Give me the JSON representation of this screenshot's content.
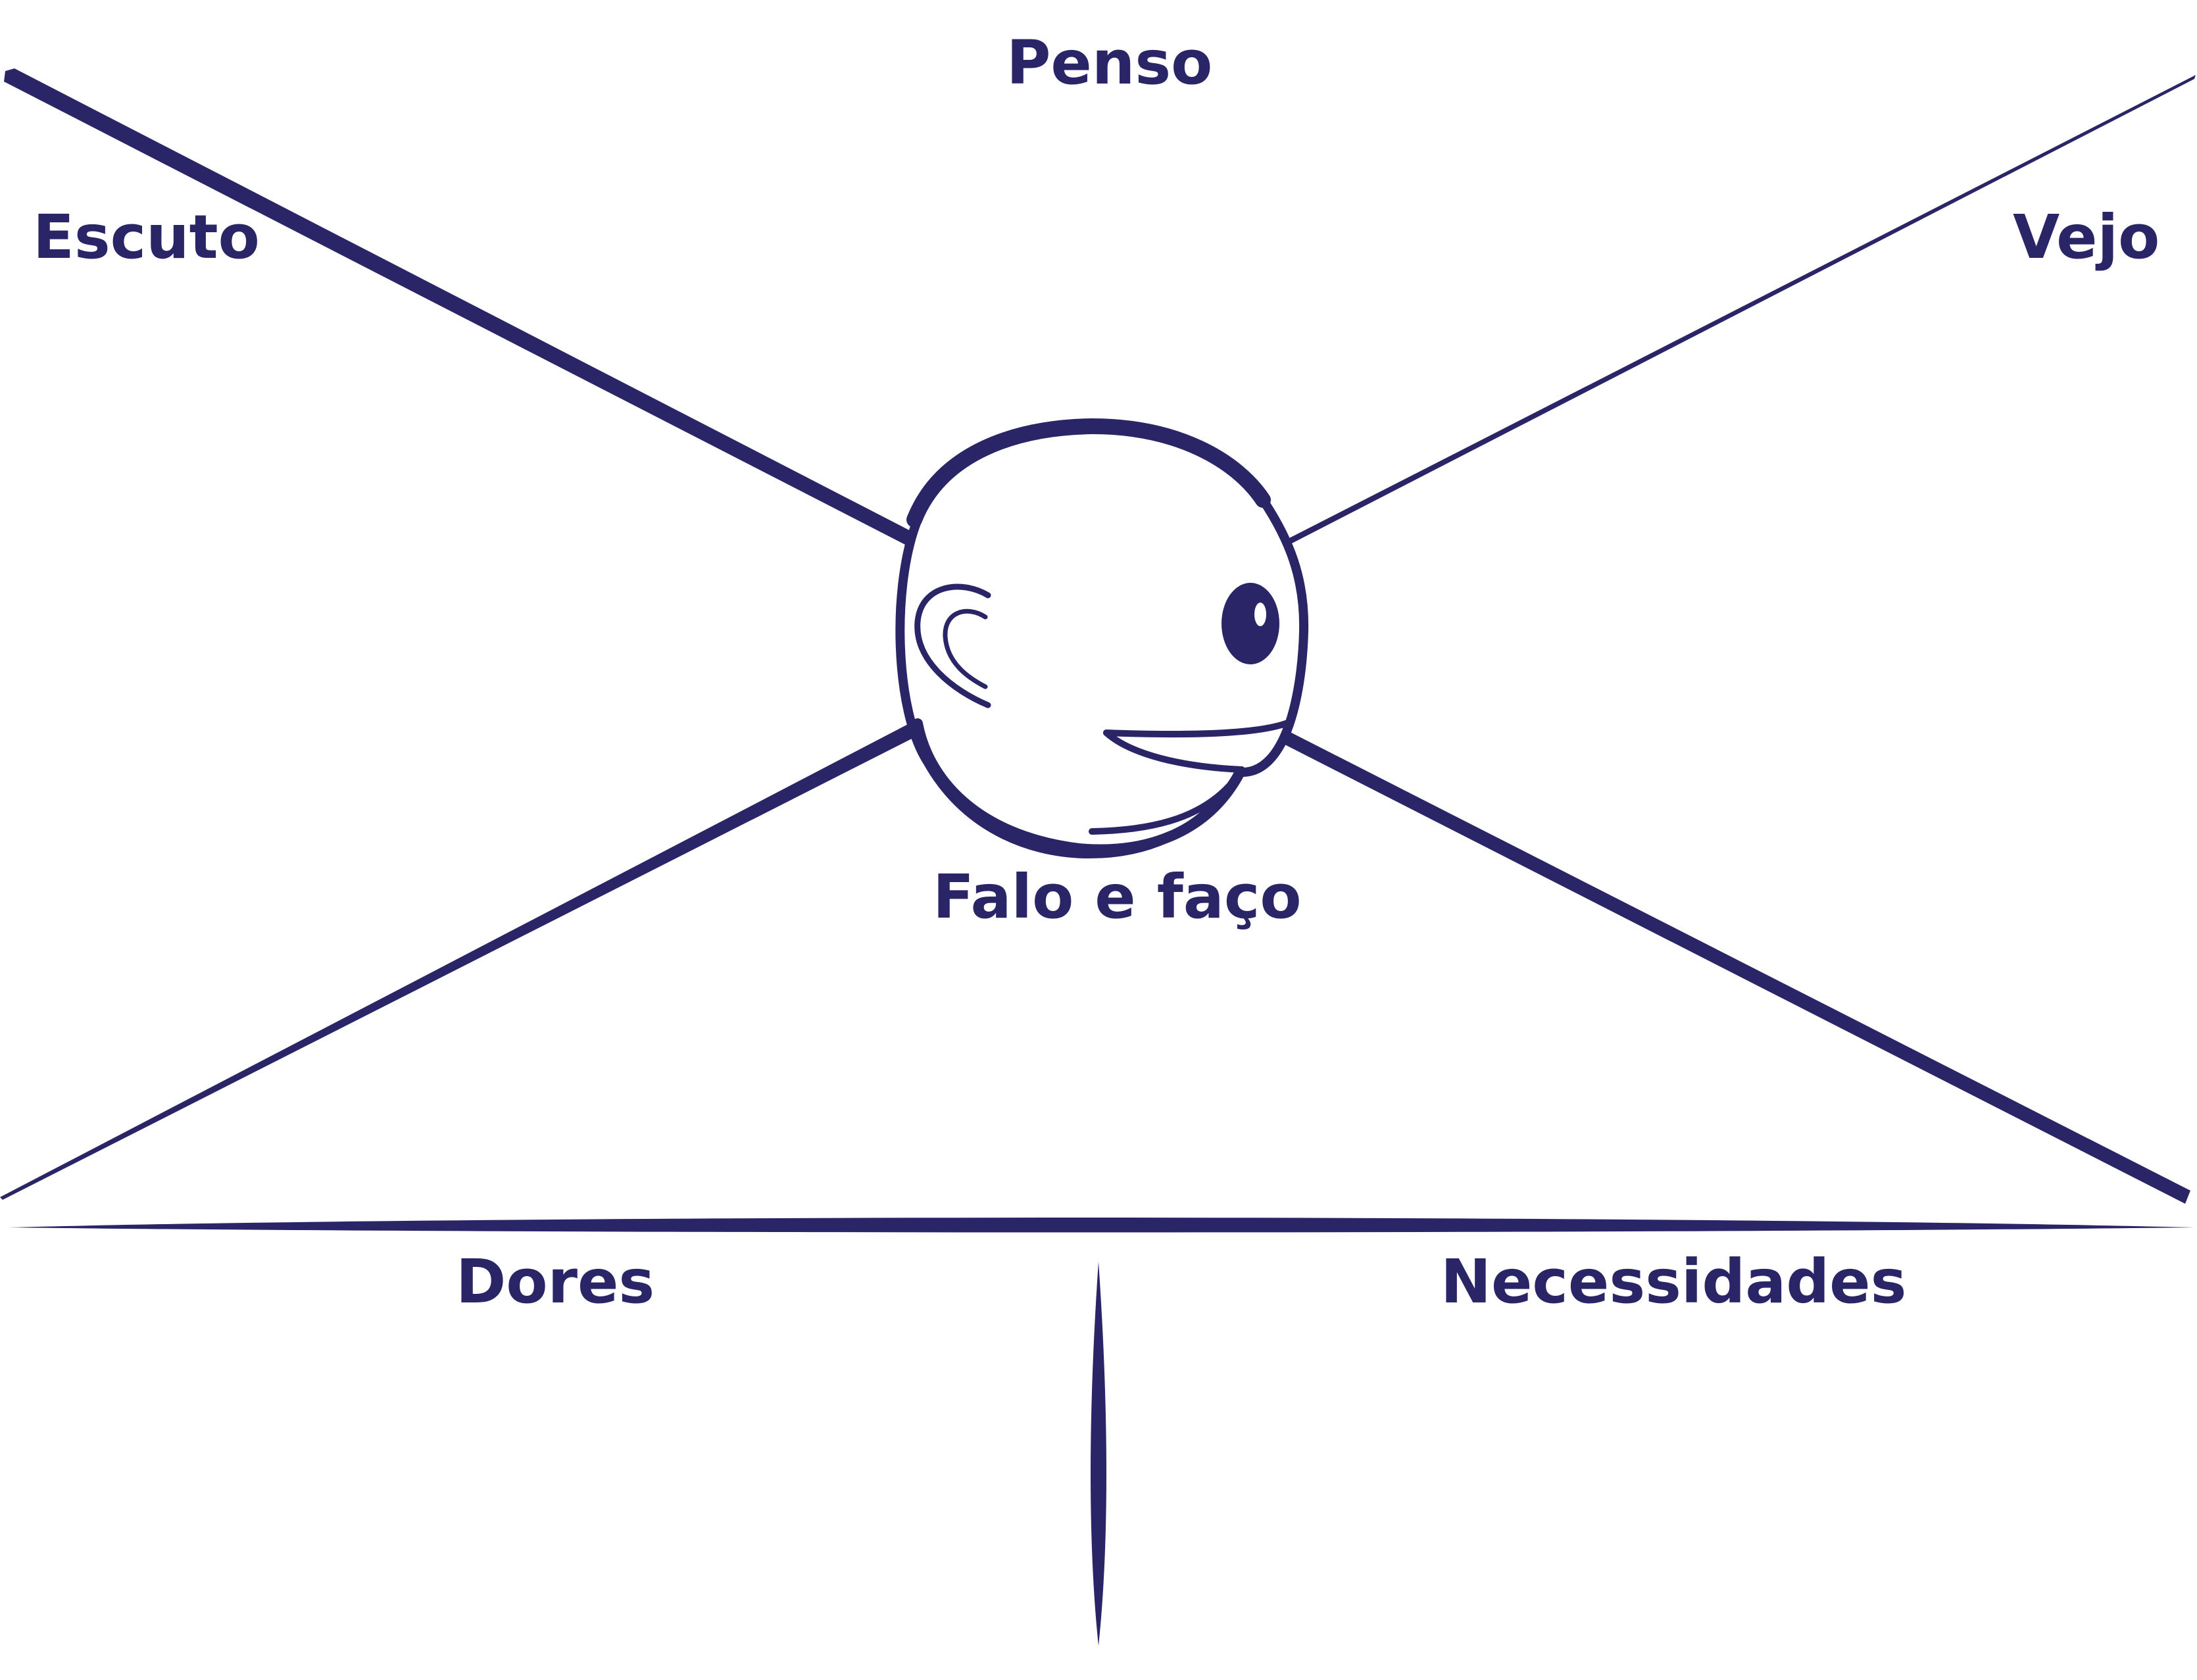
{
  "labels": {
    "top": "Penso",
    "left": "Escuto",
    "right": "Vejo",
    "bottom": "Falo e faço",
    "bottom_left": "Dores",
    "bottom_right": "Necessidades"
  },
  "colors": {
    "stroke": "#2a2566",
    "background": "#ffffff"
  }
}
